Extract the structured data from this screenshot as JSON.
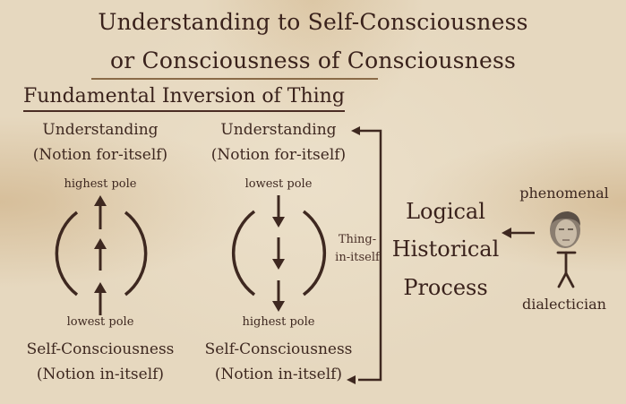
{
  "title": {
    "line1": "Understanding to Self-Consciousness",
    "line2": "or Consciousness of Consciousness"
  },
  "subtitle": "Fundamental Inversion of Thing",
  "left_column": {
    "top_label": "Understanding",
    "top_sublabel": "(Notion for-itself)",
    "top_pole": "highest pole",
    "bottom_pole": "lowest pole",
    "bottom_label": "Self-Consciousness",
    "bottom_sublabel": "(Notion in-itself)",
    "arrow_direction": "up"
  },
  "middle_column": {
    "top_label": "Understanding",
    "top_sublabel": "(Notion for-itself)",
    "top_pole": "lowest pole",
    "bottom_pole": "highest pole",
    "bottom_label": "Self-Consciousness",
    "bottom_sublabel": "(Notion in-itself)",
    "arrow_direction": "down",
    "side_note_line1": "Thing-",
    "side_note_line2": "in-itself"
  },
  "process": {
    "line1": "Logical",
    "line2": "Historical",
    "line3": "Process"
  },
  "figure": {
    "top_label": "phenomenal",
    "bottom_label": "dialectician",
    "icon": "portrait-stick-figure"
  },
  "colors": {
    "ink": "#3e2820",
    "parchment": "#e6d8bf",
    "rule": "#8a6b48"
  }
}
